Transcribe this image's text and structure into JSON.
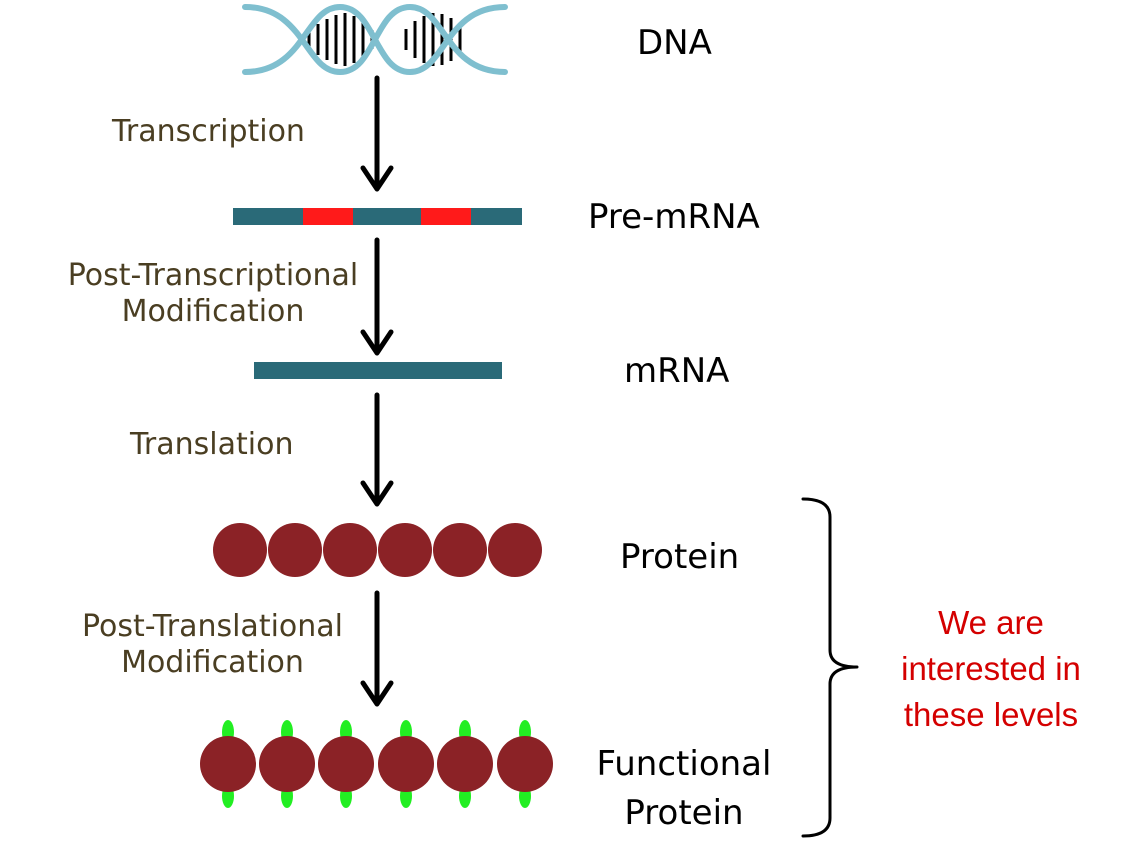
{
  "stages": {
    "dna": "DNA",
    "pre_mrna": "Pre-mRNA",
    "mrna": "mRNA",
    "protein": "Protein",
    "functional_protein_line1": "Functional",
    "functional_protein_line2": "Protein"
  },
  "processes": {
    "transcription": "Transcription",
    "post_transcriptional_line1": "Post-Transcriptional",
    "post_transcriptional_line2": "Modification",
    "translation": "Translation",
    "post_translational_line1": "Post-Translational",
    "post_translational_line2": "Modification"
  },
  "note": {
    "line1": "We are",
    "line2": "interested in",
    "line3": "these levels"
  },
  "colors": {
    "dna_strand": "#7fbfcf",
    "rna": "#2a6a78",
    "intron": "#ff1a1a",
    "protein": "#8b2226",
    "modification": "#22ee22",
    "arrow": "#000000",
    "process_text": "#4a3e22",
    "note_text": "#d40000"
  }
}
